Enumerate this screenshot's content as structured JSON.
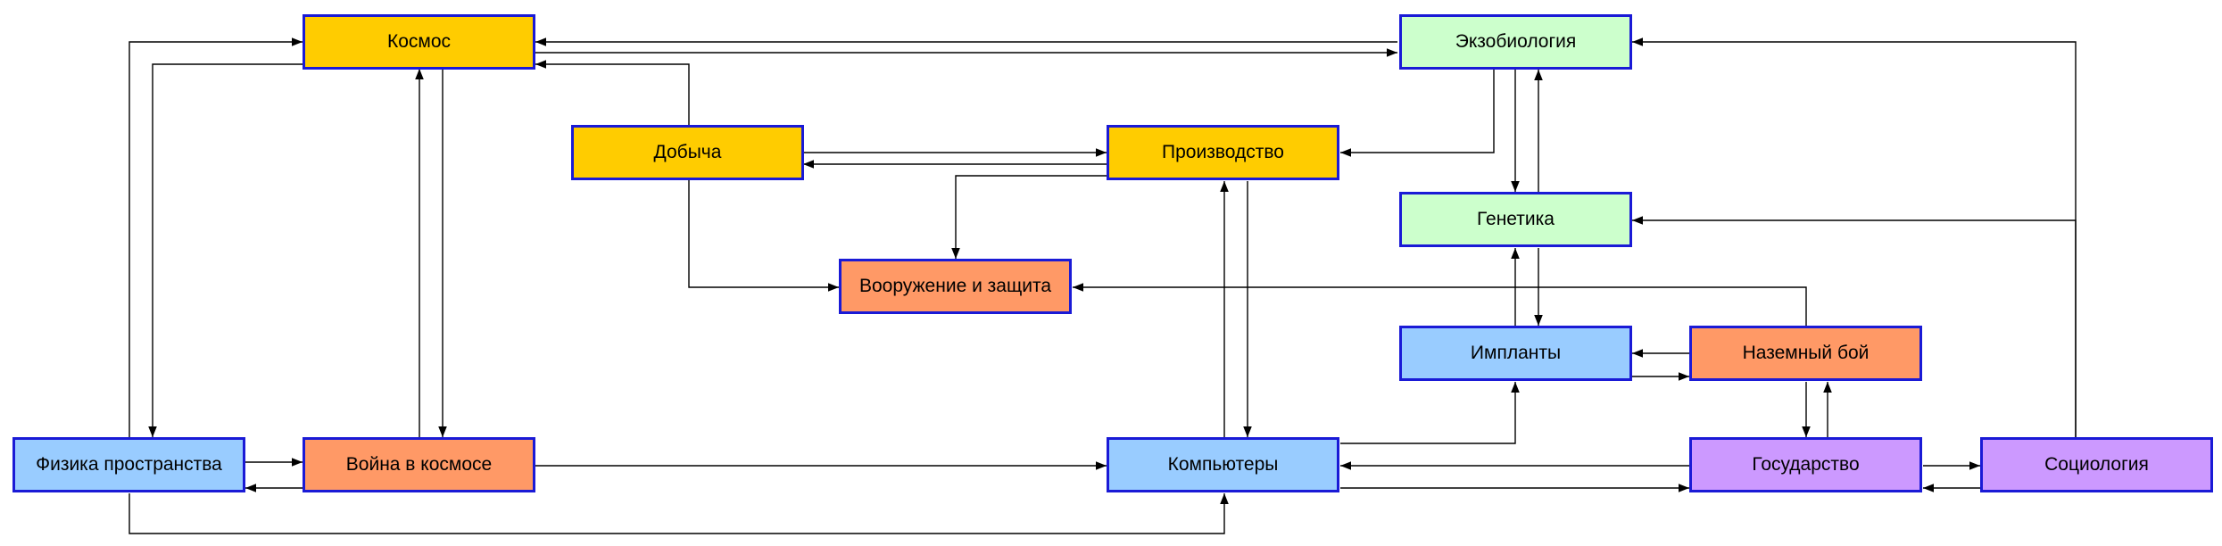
{
  "colors": {
    "border": "#1a1ad6",
    "connector": "#000000",
    "space_yellow": "#ffcc00",
    "combat_orange": "#ff9966",
    "bio_green": "#ccffcc",
    "tech_blue": "#99ccff",
    "social_purple": "#cc99ff"
  },
  "nodes": {
    "kosmos": "Космос",
    "ekzobiologiya": "Экзобиология",
    "dobycha": "Добыча",
    "proizvodstvo": "Производство",
    "genetika": "Генетика",
    "vooruzhenie": "Вооружение и защита",
    "implanty": "Импланты",
    "nazemny_boy": "Наземный бой",
    "fizika": "Физика пространства",
    "voyna": "Война в космосе",
    "kompyutery": "Компьютеры",
    "gosudarstvo": "Государство",
    "sotsiologiya": "Социология"
  }
}
